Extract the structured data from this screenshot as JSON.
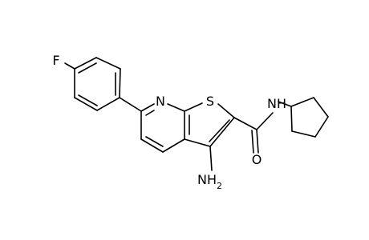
{
  "molecule": {
    "atoms": {
      "fluorine": "F",
      "pyridine_nitrogen": "N",
      "sulfur": "S",
      "amide_nh": "NH",
      "amide_oxygen": "O",
      "amino_main": "NH",
      "amino_subscript": "2"
    },
    "colors": {
      "bond": "#000000",
      "label": "#000000",
      "background": "#ffffff"
    }
  }
}
